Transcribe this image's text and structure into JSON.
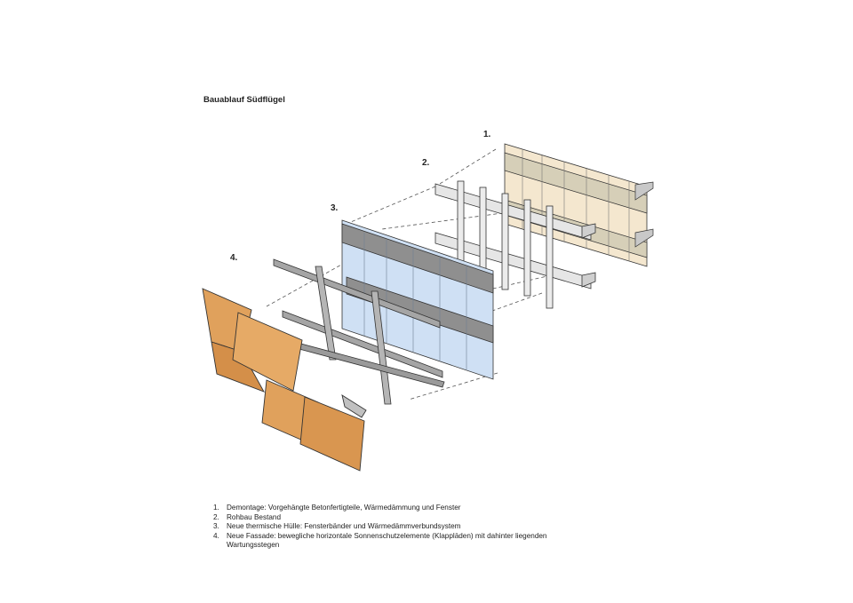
{
  "title": "Bauablauf Südflügel",
  "steps": [
    {
      "label": "1."
    },
    {
      "label": "2."
    },
    {
      "label": "3."
    },
    {
      "label": "4."
    }
  ],
  "legend": [
    {
      "num": "1.",
      "text": "Demontage: Vorgehängte Betonfertigteile, Wärmedämmung und Fenster"
    },
    {
      "num": "2.",
      "text": "Rohbau Bestand"
    },
    {
      "num": "3.",
      "text": "Neue thermische Hülle: Fensterbänder und Wärmedämmverbundsystem"
    },
    {
      "num": "4.",
      "text": "Neue Fassade: bewegliche horizontale Sonnenschutzelemente (Klappläden) mit dahinter liegenden Wartungsstegen"
    }
  ],
  "colors": {
    "step1_panel": "#f4e7cf",
    "step1_band": "#d6cfb8",
    "concrete": "#e3e3e3",
    "glass": "#cfe0f4",
    "spandrel": "#8f8f8f",
    "orange_panel": "#e0a15c",
    "steel": "#9a9a9a",
    "outline": "#333333"
  }
}
